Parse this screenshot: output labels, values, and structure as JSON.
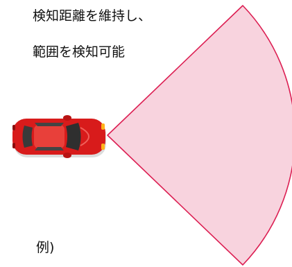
{
  "caption": {
    "line1": "検知距離を維持し、",
    "line2": "範囲を検知可能"
  },
  "footnote": "例)",
  "colors": {
    "sector_fill": "#f8d3de",
    "sector_stroke": "#dc1e52",
    "car_body": "#d81b1b",
    "car_glass": "#3a3a3a"
  },
  "icons": {
    "vehicle": "car-top-view-icon",
    "detection_area": "detection-sector"
  }
}
